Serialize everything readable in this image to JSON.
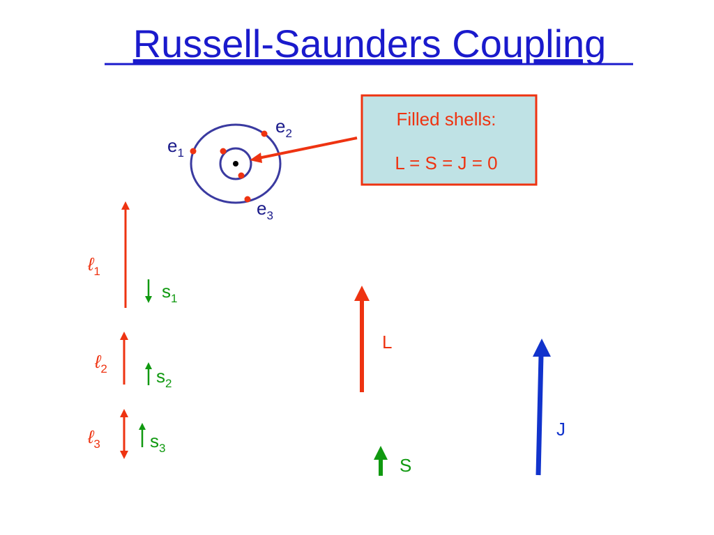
{
  "title": "Russell-Saunders Coupling",
  "colors": {
    "title": "#1a1acc",
    "orbit": "#3a3aa0",
    "electron": "#ee3311",
    "orbital_vector": "#ee3311",
    "spin_vector": "#109910",
    "total_vector": "#1133cc",
    "callout_text": "#ee3311",
    "callout_fill": "#bfe2e5",
    "callout_border": "#ee3311"
  },
  "atom": {
    "electron_labels": [
      {
        "base": "e",
        "sub": "1"
      },
      {
        "base": "e",
        "sub": "2"
      },
      {
        "base": "e",
        "sub": "3"
      }
    ]
  },
  "callout": {
    "line1": "Filled shells:",
    "line2": "L = S = J = 0"
  },
  "orbital_vectors": [
    {
      "base": "ℓ",
      "sub": "1",
      "direction": "up",
      "relative_length": 1.0
    },
    {
      "base": "ℓ",
      "sub": "2",
      "direction": "up",
      "relative_length": 0.5
    },
    {
      "base": "ℓ",
      "sub": "3",
      "direction": "both",
      "relative_length": 0.43
    }
  ],
  "spin_vectors": [
    {
      "base": "s",
      "sub": "1",
      "direction": "down"
    },
    {
      "base": "s",
      "sub": "2",
      "direction": "up"
    },
    {
      "base": "s",
      "sub": "3",
      "direction": "up"
    }
  ],
  "resultants": {
    "L": "L",
    "S": "S",
    "J": "J"
  }
}
